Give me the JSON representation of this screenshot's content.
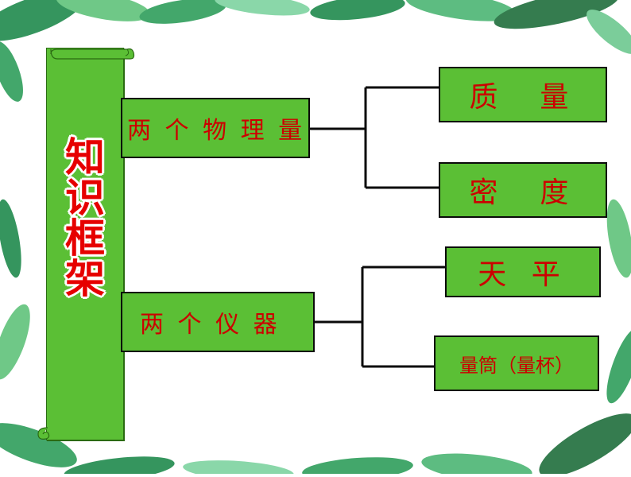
{
  "colors": {
    "box_fill": "#5bbf35",
    "box_border": "#0a0a0a",
    "label_text": "#cc0000",
    "title_text": "#e60000",
    "connector": "#0a0a0a"
  },
  "scroll": {
    "title_chars": [
      "知",
      "识",
      "框",
      "架"
    ]
  },
  "branches": [
    {
      "label": "两 个 物 理 量",
      "children": [
        "质  量",
        "密  度"
      ]
    },
    {
      "label": "两 个 仪 器",
      "children": [
        "天 平",
        "量筒（量杯）"
      ]
    }
  ]
}
